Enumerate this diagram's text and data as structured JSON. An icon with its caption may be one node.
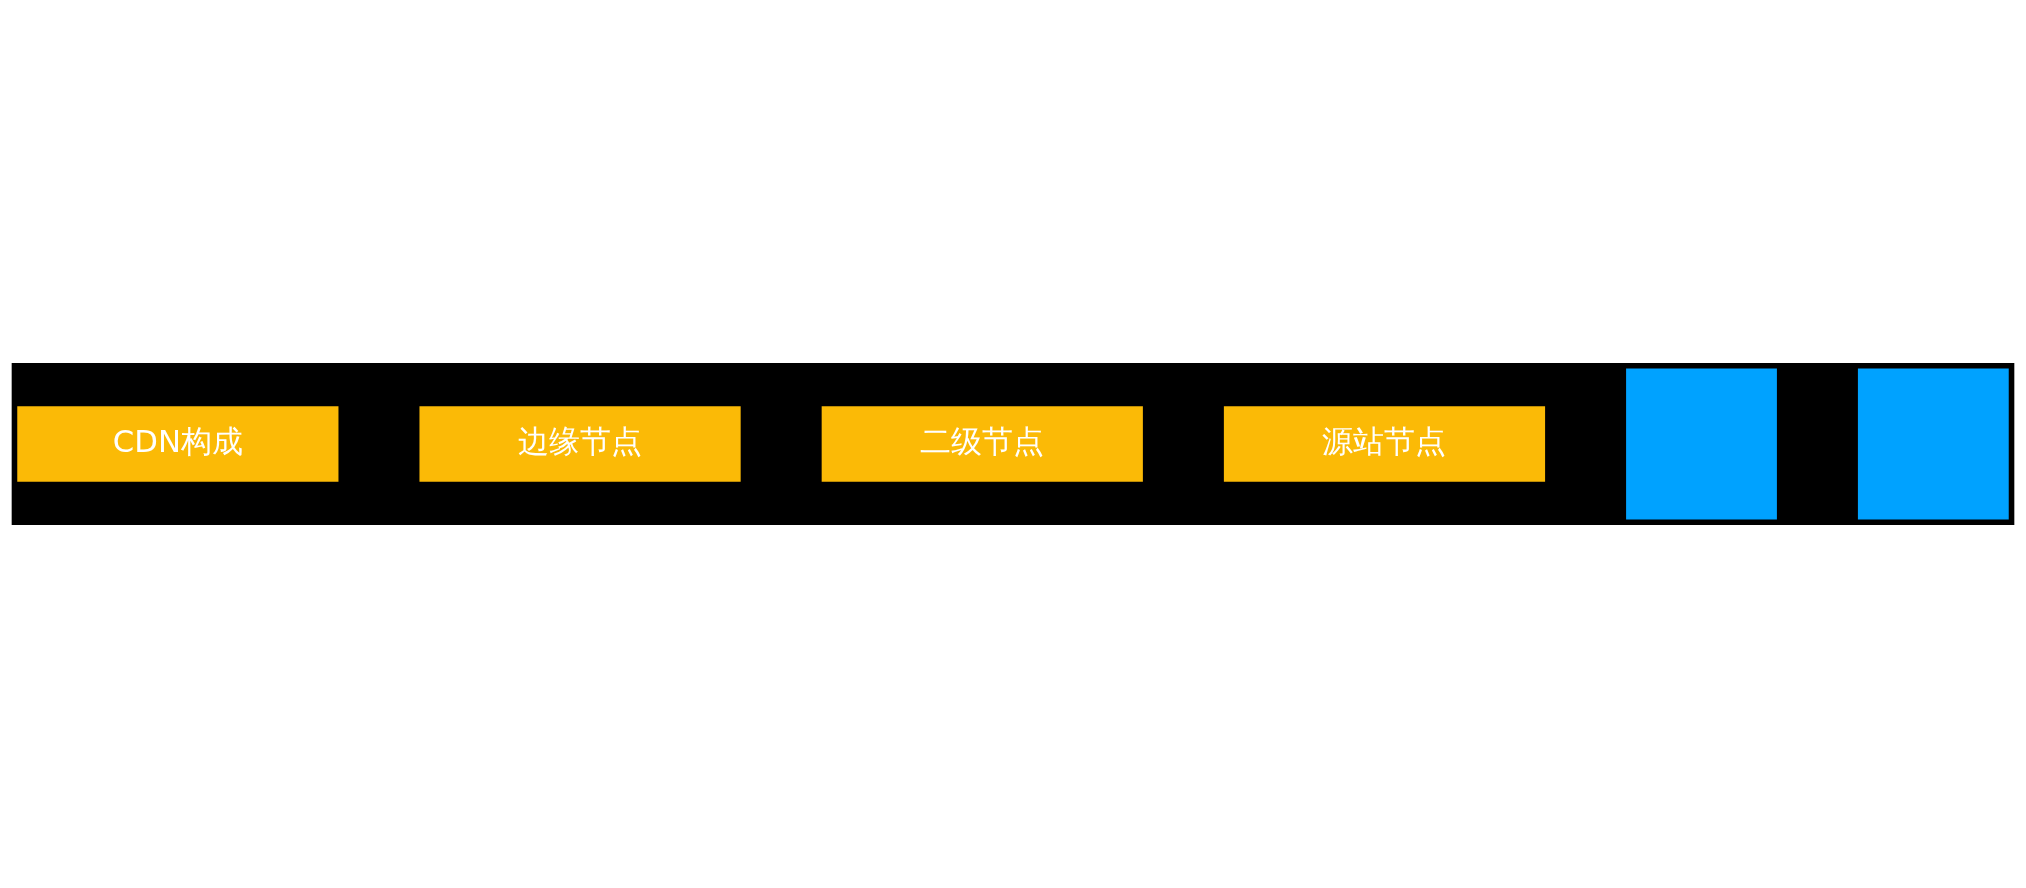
{
  "diagram": {
    "nodes": [
      {
        "text": [
          "CDN构成"
        ]
      },
      {
        "text": [
          "边缘节点"
        ]
      },
      {
        "text": [
          "二级节点"
        ]
      },
      {
        "text": [
          "源站节点"
        ]
      },
      {
        "text": [],
        "shape": "box"
      },
      {
        "text": [],
        "shape": "box"
      }
    ],
    "edges": []
  }
}
